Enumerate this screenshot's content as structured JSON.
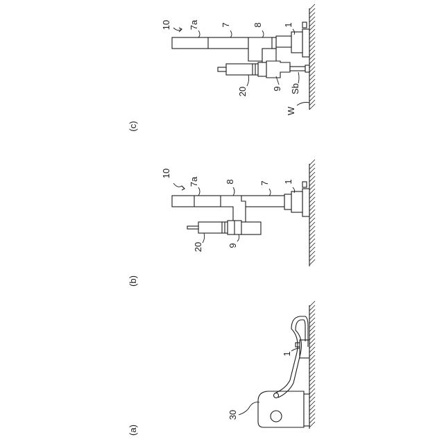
{
  "panels": [
    {
      "caption": "(a)",
      "labels": {
        "device": "30",
        "arm": "1"
      }
    },
    {
      "caption": "(b)",
      "labels": {
        "assembly": "10",
        "tube_end": "7a",
        "support": "8",
        "tube": "7",
        "arm": "1",
        "tool": "20",
        "clamp": "9"
      }
    },
    {
      "caption": "(c)",
      "labels": {
        "assembly": "10",
        "tube_end": "7a",
        "tube": "7",
        "support": "8",
        "arm": "1",
        "tool": "20",
        "clamp": "9",
        "anchor": "Sb",
        "wall": "W"
      }
    }
  ]
}
